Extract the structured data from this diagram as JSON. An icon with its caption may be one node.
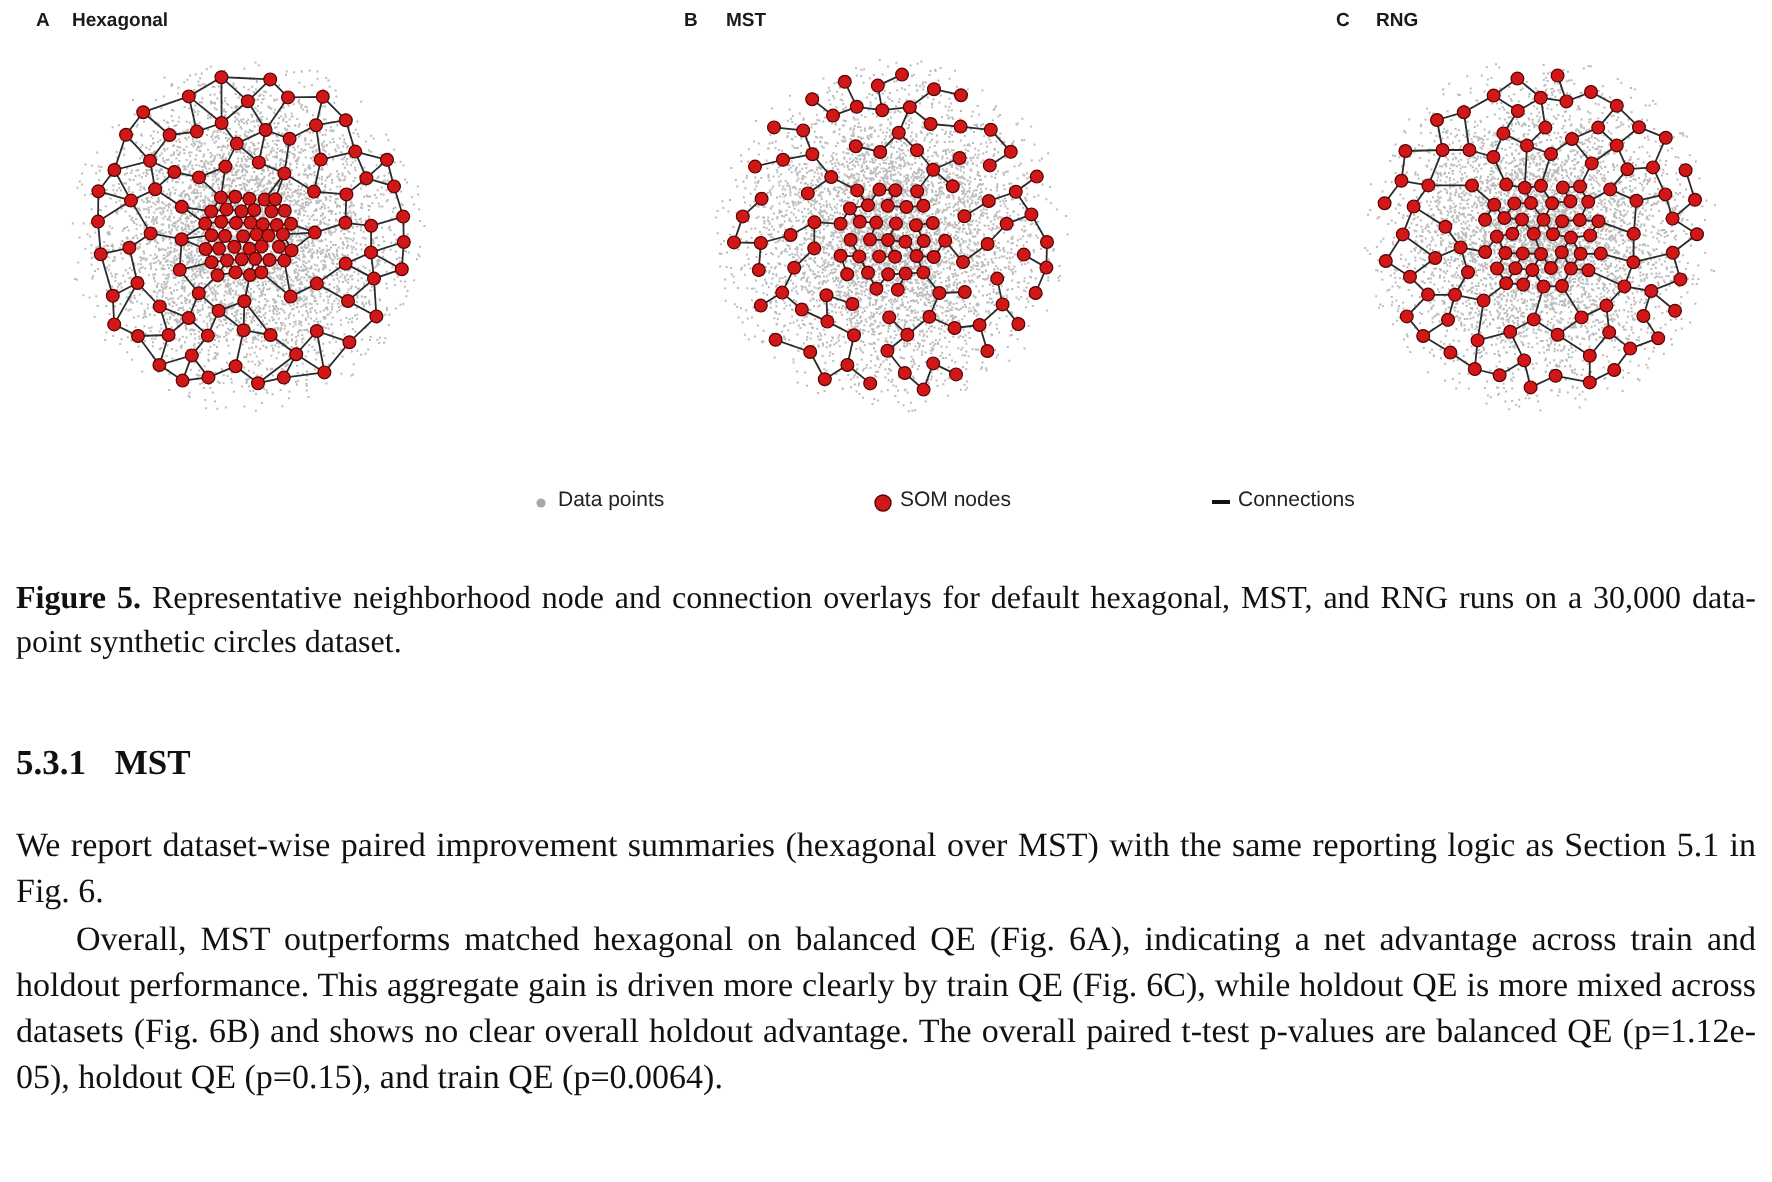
{
  "diagram": {
    "caption": "**Figure 5.** Representative neighborhood node and connection overlays for default hexagonal, MST, and RNG runs on a 30,000 data-point synthetic circles dataset.",
    "labels": [
      "A",
      "Hexagonal",
      "B",
      "MST",
      "C",
      "RNG",
      "5.3.1 MST",
      "We report dataset-wise paired improvement summaries (hexagonal over MST) with the same reporting logic as Section 5.1 in Fig. 6.",
      "Overall, MST outperforms matched hexagonal on balanced QE (Fig. 6A), indicating a net advantage across train and holdout performance. This aggregate gain is driven more clearly by train QE (Fig. 6C), while holdout QE is more mixed across datasets (Fig. 6B) and shows no clear overall holdout advantage. The overall paired t-test p-values are balanced QE (p=1.12e-05), holdout QE (p=0.15), and train QE (p=0.0064)."
    ],
    "legend": [
      {
        "text": "Data points",
        "color": "#a8a8a8"
      },
      {
        "text": "SOM nodes",
        "color": "#cc1a1a"
      },
      {
        "text": "Connections"
      }
    ]
  }
}
